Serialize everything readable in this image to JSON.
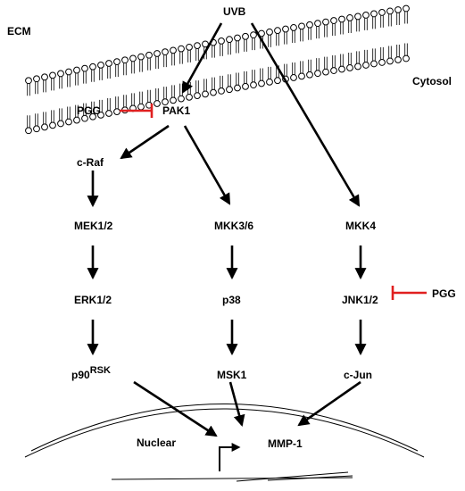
{
  "regions": {
    "ecm": "ECM",
    "cytosol": "Cytosol",
    "nuclear": "Nuclear"
  },
  "stimulus": "UVB",
  "inhibitor": "PGG",
  "nodes": {
    "pak1": "PAK1",
    "craf": "c-Raf",
    "mek": "MEK1/2",
    "erk": "ERK1/2",
    "p90": "p90",
    "p90_sup": "RSK",
    "mkk36": "MKK3/6",
    "p38": "p38",
    "msk1": "MSK1",
    "mkk4": "MKK4",
    "jnk": "JNK1/2",
    "cjun": "c-Jun",
    "mmp1": "MMP-1"
  },
  "colors": {
    "arrow": "#000000",
    "inhibition": "#e02020",
    "membrane": "#000000"
  }
}
